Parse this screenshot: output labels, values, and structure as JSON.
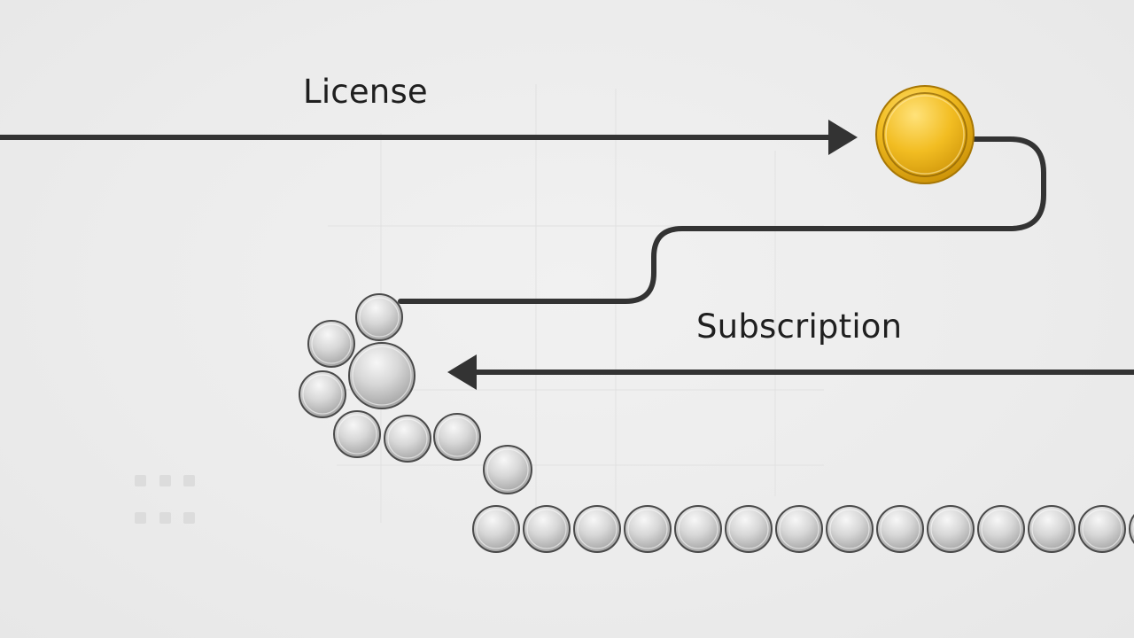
{
  "labels": {
    "license": "License",
    "subscription": "Subscription"
  },
  "icons": {
    "license_flow": "arrow-right",
    "subscription_flow": "arrow-left",
    "license_payment": "gold-coin",
    "subscription_payments": "silver-coins"
  },
  "colors": {
    "background": "#ececec",
    "line": "#333333",
    "gold_coin": "#f1b81a",
    "silver_coin": "#c4c4c4"
  }
}
